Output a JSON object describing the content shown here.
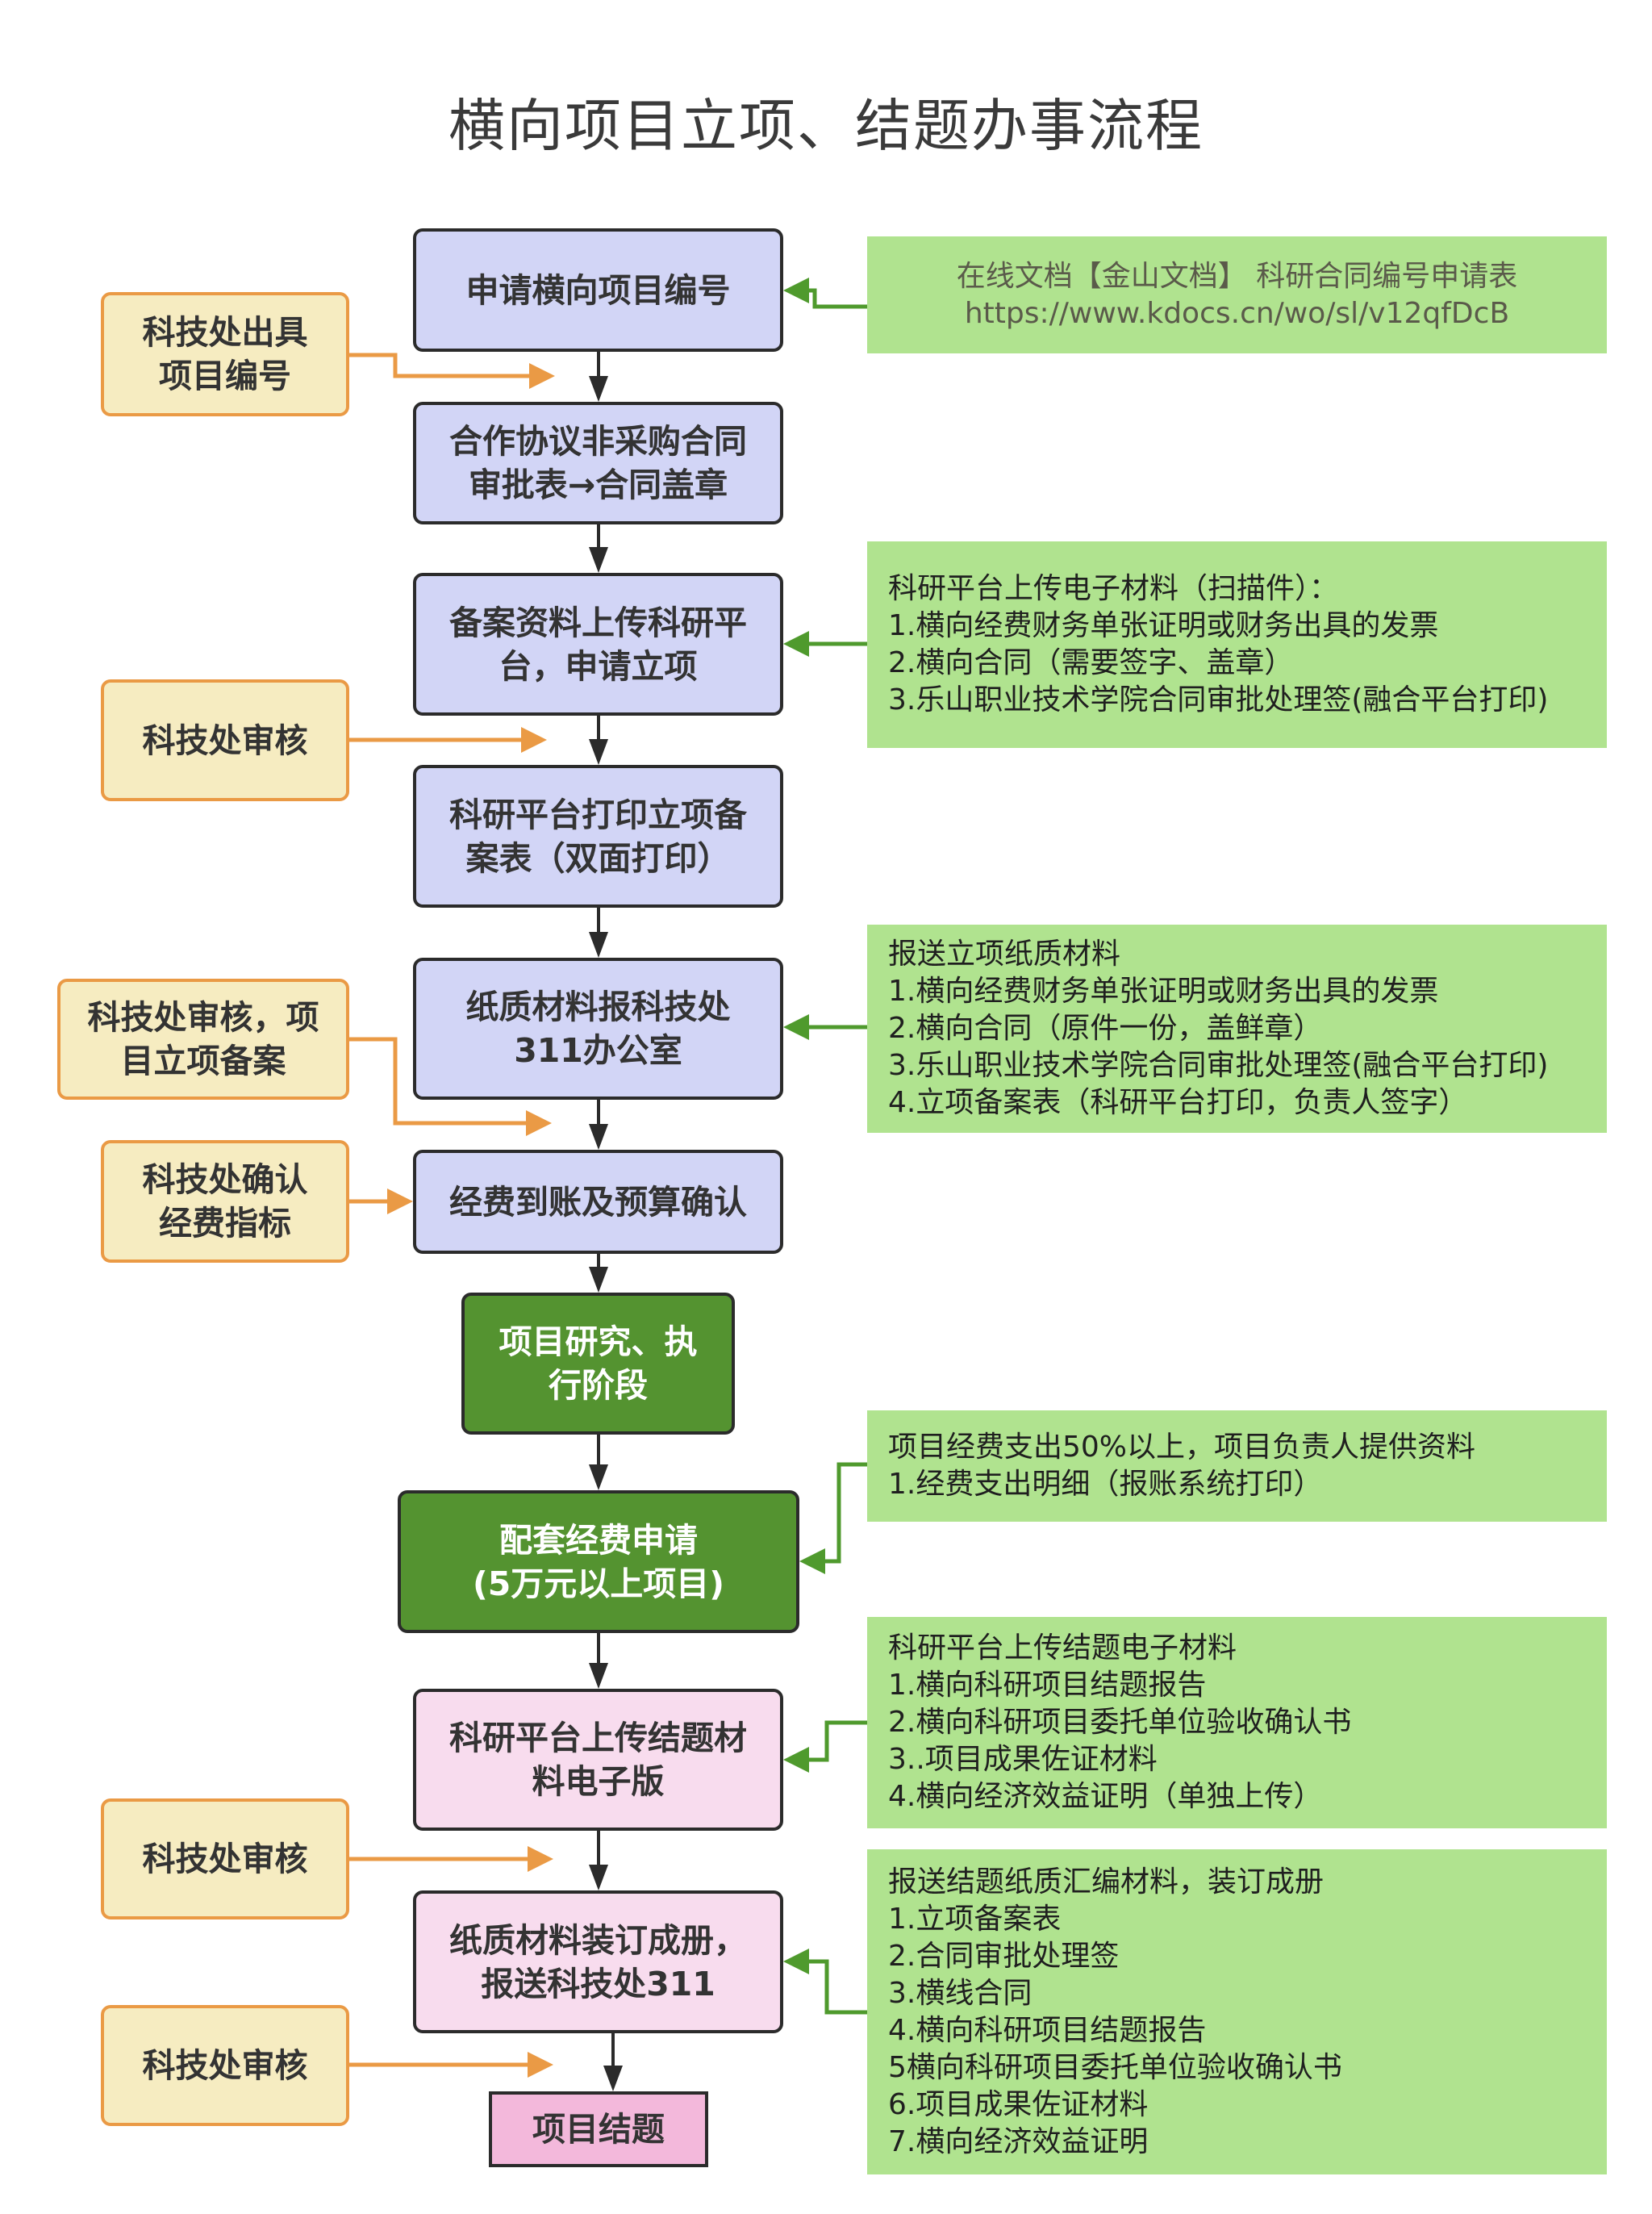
{
  "title": "横向项目立项、结题办事流程",
  "main_steps": [
    {
      "id": "step-1",
      "lines": [
        "申请横向项目编号"
      ]
    },
    {
      "id": "step-2",
      "lines": [
        "合作协议非采购合同",
        "审批表→合同盖章"
      ]
    },
    {
      "id": "step-3",
      "lines": [
        "备案资料上传科研平",
        "台，申请立项"
      ]
    },
    {
      "id": "step-4",
      "lines": [
        "科研平台打印立项备",
        "案表（双面打印）"
      ]
    },
    {
      "id": "step-5",
      "lines": [
        "纸质材料报科技处",
        "311办公室"
      ]
    },
    {
      "id": "step-6",
      "lines": [
        "经费到账及预算确认"
      ]
    },
    {
      "id": "step-7",
      "lines": [
        "项目研究、执",
        "行阶段"
      ]
    },
    {
      "id": "step-8",
      "lines": [
        "配套经费申请",
        "(5万元以上项目)"
      ]
    },
    {
      "id": "step-9",
      "lines": [
        "科研平台上传结题材",
        "料电子版"
      ]
    },
    {
      "id": "step-10",
      "lines": [
        "纸质材料装订成册，",
        "报送科技处311"
      ]
    },
    {
      "id": "step-11",
      "lines": [
        "项目结题"
      ]
    }
  ],
  "office_actions": [
    {
      "lines": [
        "科技处出具",
        "项目编号"
      ]
    },
    {
      "lines": [
        "科技处审核"
      ]
    },
    {
      "lines": [
        "科技处审核，项",
        "目立项备案"
      ]
    },
    {
      "lines": [
        "科技处确认",
        "经费指标"
      ]
    },
    {
      "lines": [
        "科技处审核"
      ]
    },
    {
      "lines": [
        "科技处审核"
      ]
    }
  ],
  "notes": [
    {
      "lines": [
        "在线文档【金山文档】 科研合同编号申请表",
        "https://www.kdocs.cn/wo/sl/v12qfDcB"
      ]
    },
    {
      "lines": [
        "科研平台上传电子材料（扫描件）：",
        "1.横向经费财务单张证明或财务出具的发票",
        "2.横向合同（需要签字、盖章）",
        "3.乐山职业技术学院合同审批处理签(融合平台打印)"
      ]
    },
    {
      "lines": [
        "报送立项纸质材料",
        "1.横向经费财务单张证明或财务出具的发票",
        "2.横向合同（原件一份，盖鲜章）",
        "3.乐山职业技术学院合同审批处理签(融合平台打印)",
        "4.立项备案表（科研平台打印，负责人签字）"
      ]
    },
    {
      "lines": [
        "项目经费支出50%以上，项目负责人提供资料",
        "1.经费支出明细（报账系统打印）"
      ]
    },
    {
      "lines": [
        "科研平台上传结题电子材料",
        "1.横向科研项目结题报告",
        "2.横向科研项目委托单位验收确认书",
        "3..项目成果佐证材料",
        "4.横向经济效益证明（单独上传）"
      ]
    },
    {
      "lines": [
        "报送结题纸质汇编材料，装订成册",
        "1.立项备案表",
        "2.合同审批处理签",
        "3.横线合同",
        "4.横向科研项目结题报告",
        "5横向科研项目委托单位验收确认书",
        "6.项目成果佐证材料",
        "7.横向经济效益证明"
      ]
    }
  ],
  "colors": {
    "flow_step": "#d2d5f6",
    "execution_step": "#549330",
    "closing_step": "#f8dcee",
    "final_step": "#f3b8db",
    "office_action": "#f6ecc1",
    "office_arrow": "#ea9a45",
    "note": "#b0e38f",
    "note_arrow": "#4f9a2d",
    "flow_arrow": "#2b2b2b"
  }
}
